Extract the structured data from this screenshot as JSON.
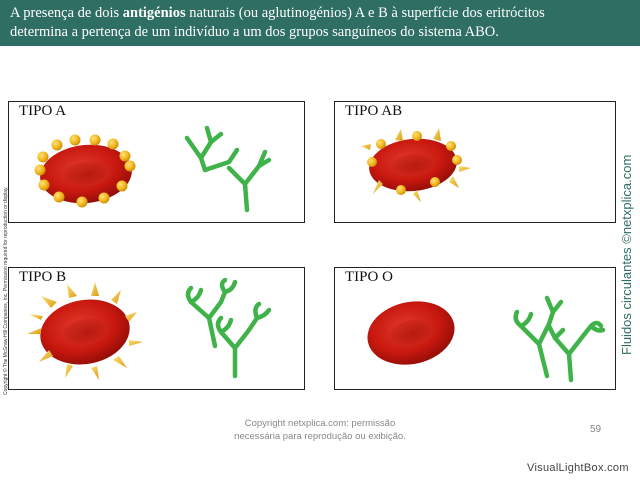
{
  "header": {
    "line1_pre": "A presença de dois ",
    "line1_bold": "antigénios",
    "line1_post": " naturais (ou aglutinogénios) A e B à superfície dos eritrócitos",
    "line2": "determina a pertença de um indivíduo a um dos grupos sanguíneos do sistema ABO."
  },
  "panels": {
    "a_label": "TIPO A",
    "ab_label": "TIPO AB",
    "b_label": "TIPO B",
    "o_label": "TIPO O"
  },
  "credits": {
    "side_copyright": "Copyright © The McGraw-Hill Companies, Inc. Permission required for reproduction or display.",
    "side_brand": "Fluidos circulantes ©netxplica.com"
  },
  "footer": {
    "line1": "Copyright netxplica.com: permissão",
    "line2": "necessária para reprodução ou exibição.",
    "page_number": "59"
  },
  "watermark": "VisualLightBox.com",
  "colors": {
    "header_bg": "#2e6e63",
    "cell_red": "#cc1a12",
    "antigen_gold": "#f2b61c",
    "antibody_green": "#3fb34a"
  }
}
